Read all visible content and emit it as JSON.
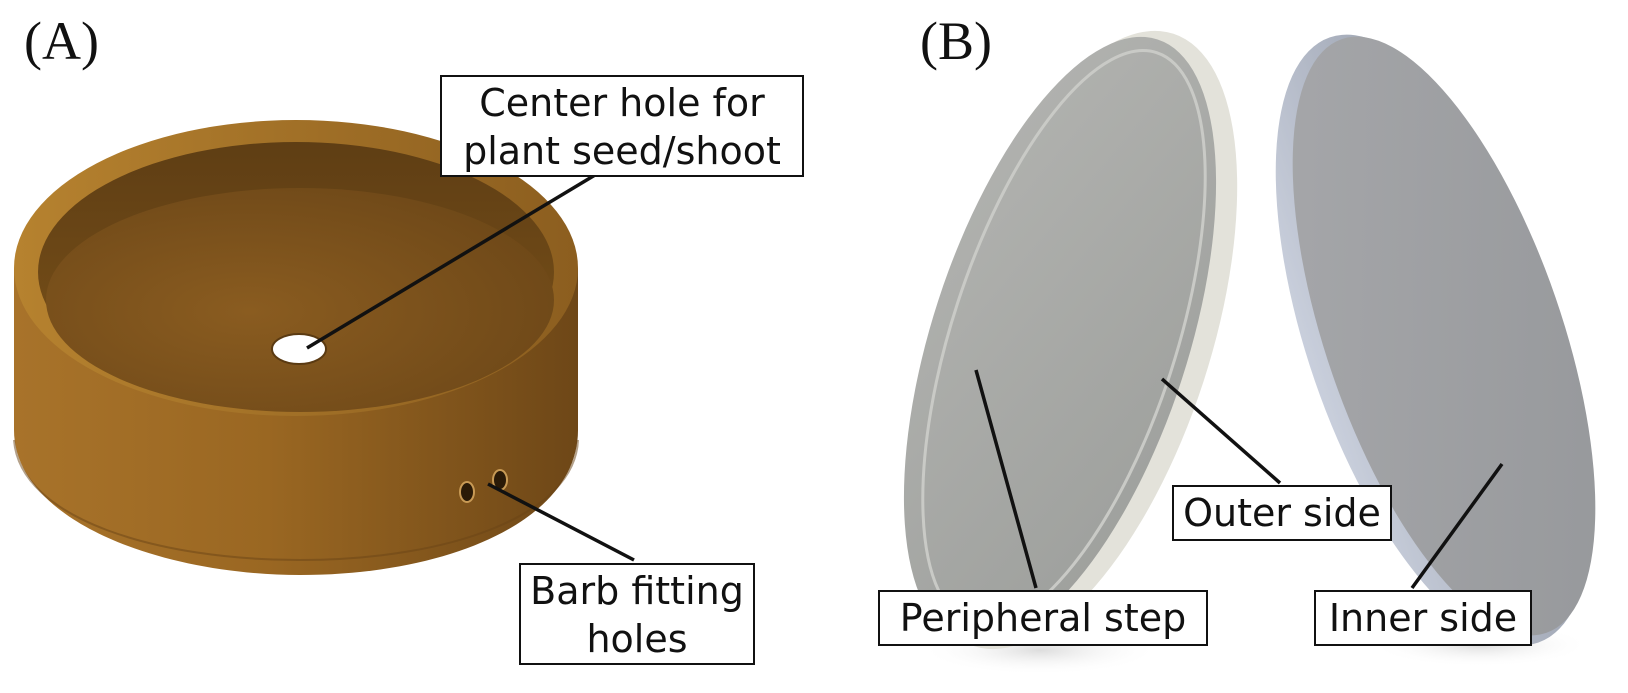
{
  "panels": {
    "a": {
      "label": "(A)",
      "callouts": {
        "center_hole": {
          "line1": "Center hole for",
          "line2": "plant seed/shoot"
        },
        "barb_holes": {
          "line1": "Barb fitting",
          "line2": "holes"
        }
      }
    },
    "b": {
      "label": "(B)",
      "callouts": {
        "outer_side": "Outer side",
        "peripheral_step": "Peripheral step",
        "inner_side": "Inner side"
      }
    }
  },
  "colors": {
    "pot_light": "#b07a2e",
    "pot_dark": "#6d4716",
    "disc_gray": "#a4a6a3",
    "disc_edge": "#e6e6e0",
    "background": "#ffffff"
  }
}
